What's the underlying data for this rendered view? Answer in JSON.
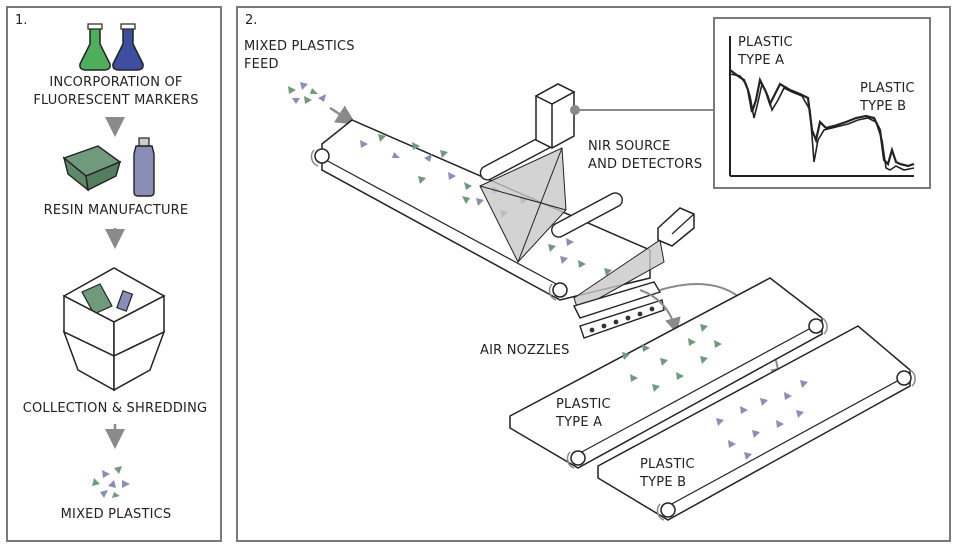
{
  "panel1": {
    "number": "1.",
    "steps": [
      "INCORPORATION OF\nFLUORESCENT MARKERS",
      "RESIN MANUFACTURE",
      "COLLECTION & SHREDDING",
      "MIXED PLASTICS"
    ]
  },
  "panel2": {
    "number": "2.",
    "feed_label": "MIXED PLASTICS\nFEED",
    "nir_label": "NIR SOURCE\nAND DETECTORS",
    "air_label": "AIR NOZZLES",
    "spectrum_a": "PLASTIC\nTYPE A",
    "spectrum_b": "PLASTIC\nTYPE B",
    "belt_a": "PLASTIC\nTYPE A",
    "belt_b": "PLASTIC\nTYPE B"
  },
  "colors": {
    "flask_green": "#4fae5c",
    "flask_blue": "#3d4f9e",
    "flake_green": "#6f9a7c",
    "flake_blue": "#8a8db5",
    "panel_border": "#7a7a7a",
    "arrow": "#8a8a8a"
  }
}
